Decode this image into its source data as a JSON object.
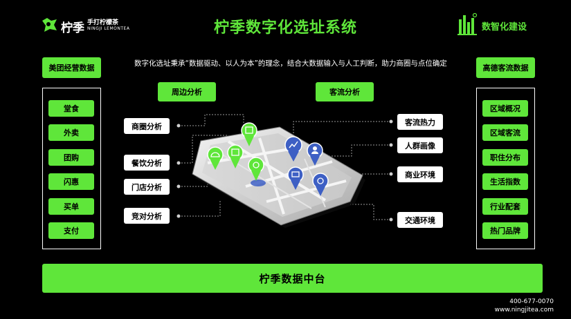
{
  "header": {
    "title": "柠季数字化选址系统",
    "subtitle": "数字化选址秉承“数据驱动、以人为本”的理念，结合大数据输入与人工判断，助力商圈与点位确定"
  },
  "brand_left": {
    "name": "柠季",
    "tagline": "手打柠檬茶",
    "english": "NINGJI LEMONTEA"
  },
  "brand_right": {
    "label": "数智化建设"
  },
  "left_panel": {
    "title": "美团经营数据",
    "items": [
      "堂食",
      "外卖",
      "团购",
      "闪惠",
      "买单",
      "支付"
    ]
  },
  "right_panel": {
    "title": "高德客流数据",
    "items": [
      "区域概况",
      "区域客流",
      "职住分布",
      "生活指数",
      "行业配套",
      "热门品牌"
    ]
  },
  "center": {
    "left_group_title": "周边分析",
    "right_group_title": "客流分析",
    "left_labels": [
      "商圈分析",
      "餐饮分析",
      "门店分析",
      "竞对分析"
    ],
    "right_labels": [
      "客流热力",
      "人群画像",
      "商业环境",
      "交通环境"
    ]
  },
  "hub": {
    "label": "柠季数据中台"
  },
  "contact": {
    "phone": "400-677-0070",
    "website": "www.ningjitea.com"
  },
  "colors": {
    "accent": "#5fe63a",
    "pin_blue": "#3d5fc4",
    "background": "#000000"
  }
}
